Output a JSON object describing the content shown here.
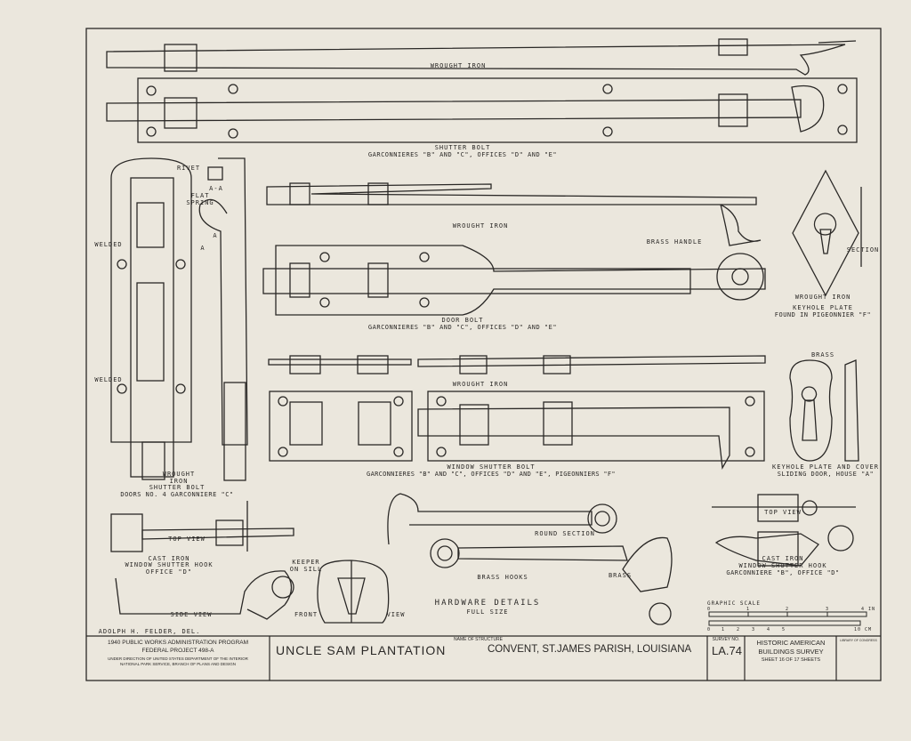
{
  "drawing": {
    "labels": {
      "top_material": "WROUGHT IRON",
      "shutter_bolt_title": "SHUTTER BOLT",
      "shutter_bolt_sub": "GARCONNIERES \"B\" AND \"C\", OFFICES \"D\" AND \"E\"",
      "rivet": "RIVET",
      "section_aa": "A-A",
      "flat_spring": "FLAT SPRING",
      "welded_1": "WELDED",
      "welded_2": "WELDED",
      "section_a1": "A",
      "section_a2": "A",
      "door_material": "WROUGHT IRON",
      "brass_handle": "BRASS HANDLE",
      "door_bolt_title": "DOOR BOLT",
      "door_bolt_sub": "GARCONNIERES \"B\" AND \"C\", OFFICES \"D\" AND \"E\"",
      "keyhole_section": "SECTION",
      "keyhole_material": "WROUGHT IRON",
      "keyhole_title": "KEYHOLE PLATE",
      "keyhole_sub": "FOUND IN PIGEONNIER \"F\"",
      "brass_top": "BRASS",
      "window_material": "WROUGHT IRON",
      "window_bolt_title": "WINDOW SHUTTER BOLT",
      "window_bolt_sub": "GARCONNIERES \"B\" AND \"C\", OFFICES \"D\" AND \"E\", PIGEONNIERS \"F\"",
      "keyhole_cover_title": "KEYHOLE PLATE AND COVER",
      "keyhole_cover_sub": "SLIDING DOOR, HOUSE \"A\"",
      "vertical_material": "WROUGHT IRON",
      "vertical_bolt_title": "SHUTTER BOLT",
      "vertical_bolt_sub": "DOORS NO. 4 GARCONNIERE \"C\"",
      "top_view_left": "TOP VIEW",
      "hook_left_material": "CAST IRON",
      "hook_left_title": "WINDOW SHUTTER HOOK",
      "hook_left_sub": "OFFICE \"D\"",
      "side_view": "SIDE VIEW",
      "keeper": "KEEPER ON SILL",
      "front": "FRONT",
      "view": "VIEW",
      "round_section": "ROUND SECTION",
      "brass_hooks": "BRASS HOOKS",
      "brass_hasp": "BRASS",
      "hardware_details": "HARDWARE DETAILS",
      "full_size": "FULL SIZE",
      "top_view_right": "TOP VIEW",
      "hook_right_material": "CAST IRON",
      "hook_right_title": "WINDOW SHUTTER HOOK",
      "hook_right_sub": "GARCONNIERE \"B\", OFFICE \"D\"",
      "delineator": "ADOLPH H. FELDER, DEL."
    },
    "graphic_scale": {
      "title": "GRAPHIC SCALE",
      "inch_ticks": [
        "0",
        "1",
        "2",
        "3",
        "4 IN"
      ],
      "cm_ticks": [
        "0",
        "1",
        "2",
        "3",
        "4",
        "5",
        "10 CM"
      ]
    }
  },
  "title_block": {
    "program_line1": "1940 PUBLIC WORKS ADMINISTRATION PROGRAM",
    "program_line2": "FEDERAL PROJECT 498-A",
    "program_line3": "UNDER DIRECTION OF UNITED STATES DEPARTMENT OF THE INTERIOR",
    "program_line4": "NATIONAL PARK SERVICE, BRANCH OF PLANS AND DESIGN",
    "name_of_structure_label": "NAME OF STRUCTURE",
    "structure_name": "UNCLE SAM PLANTATION",
    "location": "CONVENT, ST.JAMES PARISH, LOUISIANA",
    "survey_no_label": "SURVEY NO.",
    "survey_no": "LA.74",
    "agency_line1": "HISTORIC AMERICAN",
    "agency_line2": "BUILDINGS SURVEY",
    "sheet": "SHEET 16 OF 17 SHEETS",
    "library_stamp": "LIBRARY OF CONGRESS"
  }
}
